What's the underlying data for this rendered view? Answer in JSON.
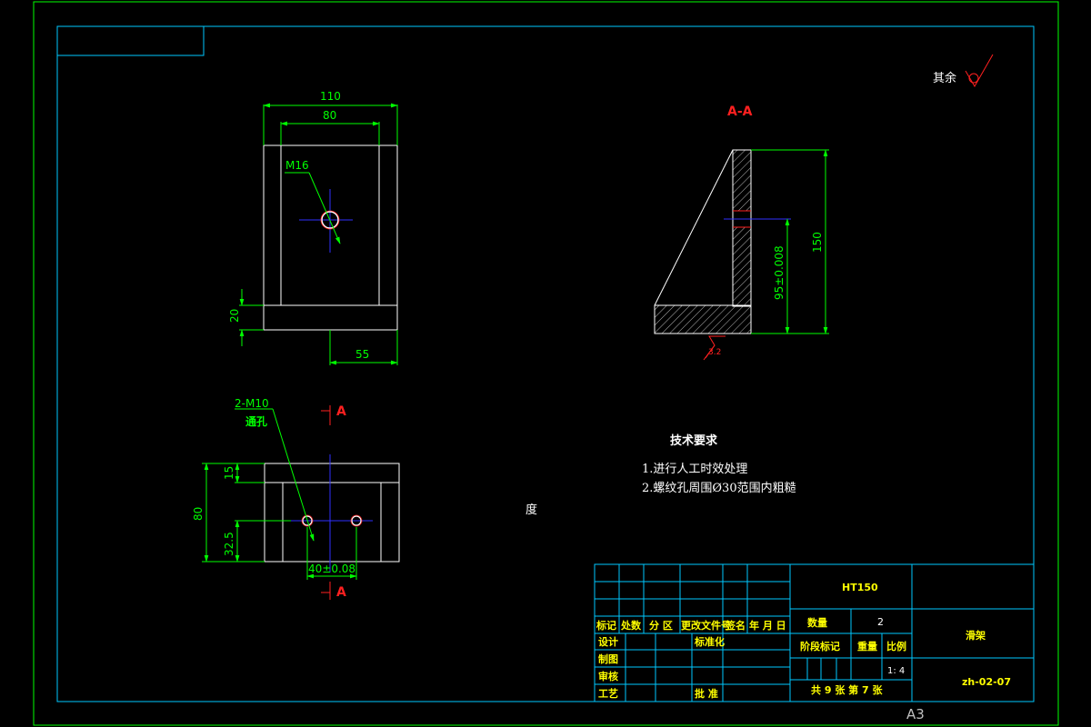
{
  "colors": {
    "border": "#00ff00",
    "inner_frame": "#00c8ff",
    "outline": "#ffffff",
    "dimension": "#00ff00",
    "centerline": "#0000ff",
    "section_label": "#ff2020",
    "titleblock_text": "#ffff00"
  },
  "roughness": {
    "label": "其余"
  },
  "section_view": {
    "title": "A-A",
    "dim_height": "150",
    "dim_hole": "95±0.008",
    "roughness_value": "3.2"
  },
  "top_view": {
    "dim_outer_width": "110",
    "dim_inner_width": "80",
    "thread_callout": "M16",
    "dim_base_height": "20",
    "dim_offset": "55"
  },
  "front_view": {
    "thread_callout": "2-M10",
    "thread_note": "通孔",
    "section_mark_top": "A",
    "section_mark_bottom": "A",
    "dim_height": "80",
    "dim_top": "15",
    "dim_hole_height": "32.5",
    "dim_hole_spacing": "40±0.08"
  },
  "technical_requirements": {
    "title": "技术要求",
    "items": [
      "1.进行人工时效处理",
      "2.螺纹孔周围Ø30范围内粗糙"
    ]
  },
  "stray_text": "度",
  "title_block": {
    "material": "HT150",
    "quantity_label": "数量",
    "quantity_value": "2",
    "part_name": "滑架",
    "stage_label": "阶段标记",
    "weight_label": "重量",
    "scale_label": "比例",
    "scale_value": "1: 4",
    "sheets": "共 9 张   第 7 张",
    "drawing_number": "zh-02-07",
    "revision_headers": [
      "标记",
      "处数",
      "分 区",
      "更改文件号",
      "签名",
      "年 月 日"
    ],
    "designer_label": "设计",
    "standardize_label": "标准化",
    "drafter_label": "制图",
    "checker_label": "审核",
    "process_label": "工艺",
    "approve_label": "批 准"
  },
  "sheet_size": "A3"
}
